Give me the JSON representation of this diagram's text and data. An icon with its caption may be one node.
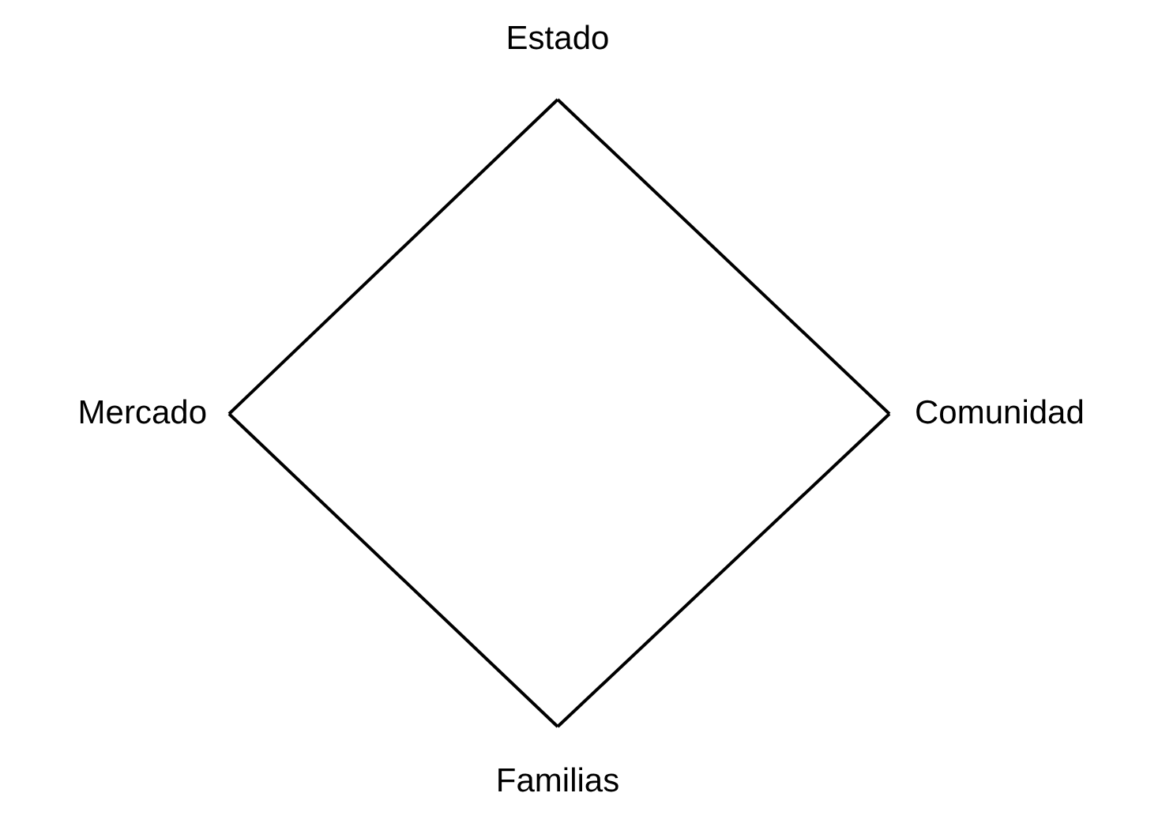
{
  "diagram": {
    "nodes": [
      {
        "text": [
          "Estado"
        ]
      },
      {
        "text": [
          "Mercado"
        ]
      },
      {
        "text": [
          "Comunidad"
        ]
      },
      {
        "text": [
          "Familias"
        ]
      }
    ],
    "edges": [
      {
        "from": 0,
        "to": 2,
        "arrow": "none"
      },
      {
        "from": 2,
        "to": 3,
        "arrow": "none"
      },
      {
        "from": 3,
        "to": 1,
        "arrow": "none"
      },
      {
        "from": 1,
        "to": 0,
        "arrow": "none"
      }
    ]
  }
}
